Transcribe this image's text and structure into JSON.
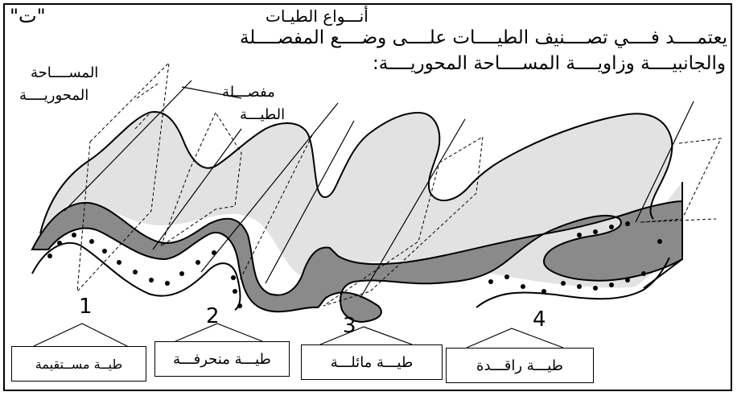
{
  "title": "أنـــواع الطيـات",
  "panel_letter": "\"ت\"",
  "description": {
    "line1": "يعتمــــد فــــي تصــــنيف الطيــــات علــــى وضــــع المفصــــلة",
    "line2": "والجانبيــــة وزاويــــة المســــاحة المحوريــــة:"
  },
  "labels": {
    "axial_plane_line1": "المســــاحة",
    "axial_plane_line2": "المحوريــــة",
    "fold_hinge_line1": "مفصـــلة",
    "fold_hinge_line2": "الطيـــة"
  },
  "folds": [
    {
      "number": "1",
      "name": "طيــة مســتقيمة"
    },
    {
      "number": "2",
      "name": "طيـــة منحرفـــة"
    },
    {
      "number": "3",
      "name": "طيـــة مائلـــة"
    },
    {
      "number": "4",
      "name": "طيـــة راقـــدة"
    }
  ],
  "colors": {
    "top_surface": "#e2e2e2",
    "middle_layer": "#8a8a8a",
    "outline": "#000000"
  }
}
